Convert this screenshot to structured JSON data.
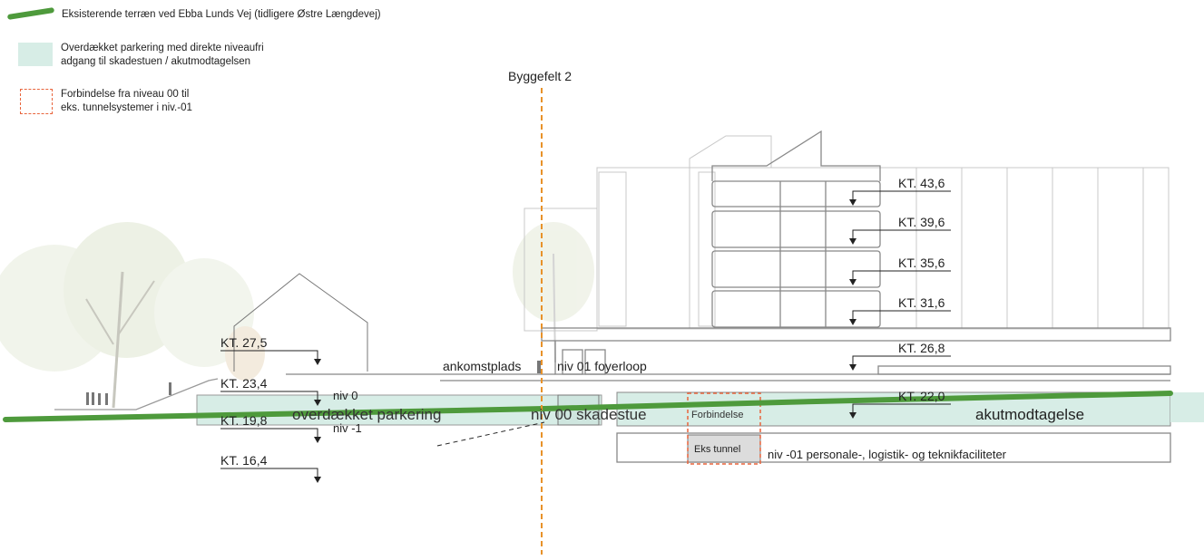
{
  "legend": {
    "terrain": "Eksisterende terræn ved Ebba Lunds Vej (tidligere Østre Længdevej)",
    "parking_line1": "Overdækket parkering med direkte niveaufri",
    "parking_line2": "adgang til skadestuen / akutmodtagelsen",
    "connection_line1": "Forbindelse fra niveau 00 til",
    "connection_line2": "eks. tunnelsystemer i niv.-01"
  },
  "section": {
    "plot_label": "Byggefelt 2",
    "levels_left": [
      "KT. 27,5",
      "KT. 23,4",
      "KT. 19,8",
      "KT. 16,4"
    ],
    "levels_right": [
      "KT. 43,6",
      "KT. 39,6",
      "KT. 35,6",
      "KT. 31,6",
      "KT. 26,8",
      "KT. 22,0"
    ],
    "labels": {
      "niv0": "niv 0",
      "niv_minus1": "niv -1",
      "parking": "overdækket parkering",
      "arrival": "ankomstplads",
      "foyer": "niv 01 foyerloop",
      "emergency_room": "niv 00 skadestue",
      "connection": "Forbindelse",
      "tunnel": "Eks tunnel",
      "acute": "akutmodtagelse",
      "basement": "niv -01 personale-, logistik- og teknikfaciliteter"
    }
  },
  "colors": {
    "terrain_line": "#4e9a3c",
    "parking_fill": "#d7ede6",
    "connection_dash": "#e8643c",
    "plot_line": "#e8922a"
  }
}
